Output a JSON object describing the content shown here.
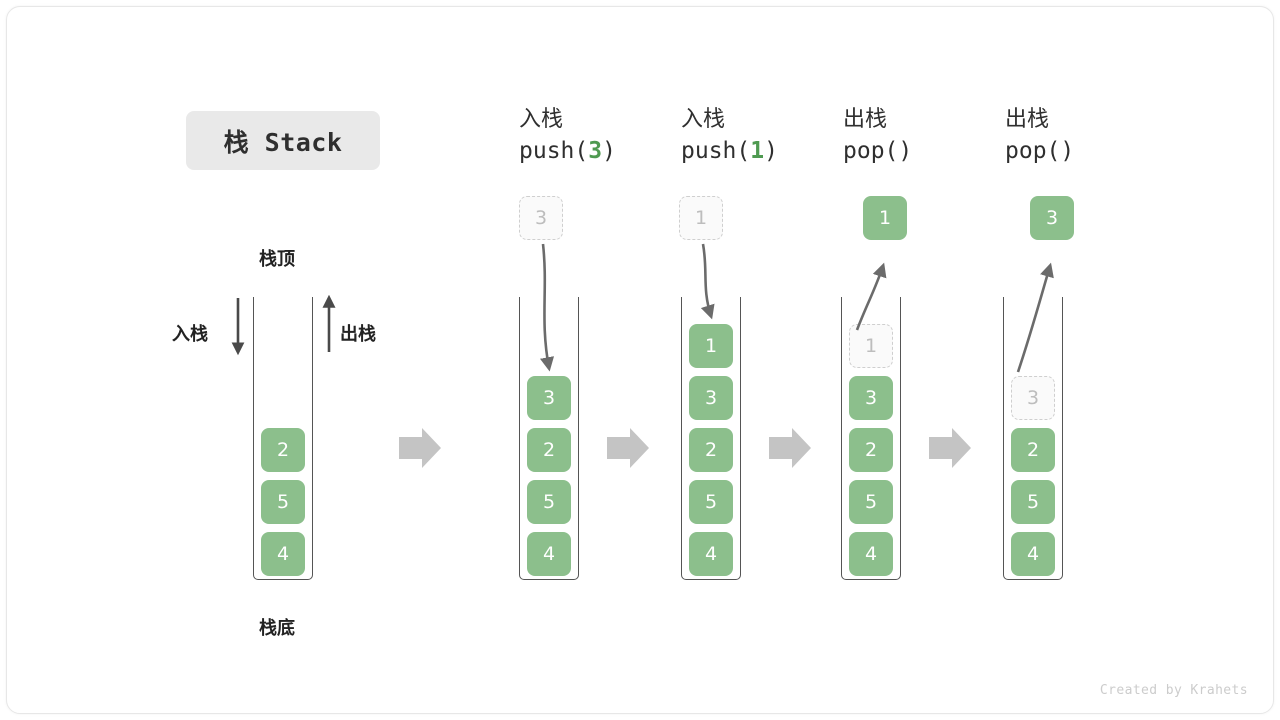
{
  "title_chip": {
    "text": "栈 Stack"
  },
  "labels": {
    "top": "栈顶",
    "bottom": "栈底",
    "push_side": "入栈",
    "pop_side": "出栈"
  },
  "footer": {
    "credit": "Created by Krahets"
  },
  "colors": {
    "accent_green": "#8cbf8c",
    "arg_green": "#4f9a51",
    "ghost_border": "#cfcfcf",
    "ghost_text": "#bdbdbd",
    "stack_border": "#555555",
    "chip_bg": "#e9e9e9",
    "connector_gray": "#c4c4c4",
    "curve_arrow": "#6b6b6b"
  },
  "columns": [
    {
      "id": "initial",
      "head_line1": "",
      "head_line2": "",
      "head_arg": "",
      "external_box": null,
      "cells": [
        {
          "value": "2",
          "state": "filled"
        },
        {
          "value": "5",
          "state": "filled"
        },
        {
          "value": "4",
          "state": "filled"
        }
      ]
    },
    {
      "id": "push-3",
      "head_line1": "入栈",
      "head_line2_pre": "push(",
      "head_arg": "3",
      "head_line2_post": ")",
      "external_box": {
        "value": "3",
        "state": "ghost"
      },
      "cells": [
        {
          "value": "3",
          "state": "filled"
        },
        {
          "value": "2",
          "state": "filled"
        },
        {
          "value": "5",
          "state": "filled"
        },
        {
          "value": "4",
          "state": "filled"
        }
      ]
    },
    {
      "id": "push-1",
      "head_line1": "入栈",
      "head_line2_pre": "push(",
      "head_arg": "1",
      "head_line2_post": ")",
      "external_box": {
        "value": "1",
        "state": "ghost"
      },
      "cells": [
        {
          "value": "1",
          "state": "filled"
        },
        {
          "value": "3",
          "state": "filled"
        },
        {
          "value": "2",
          "state": "filled"
        },
        {
          "value": "5",
          "state": "filled"
        },
        {
          "value": "4",
          "state": "filled"
        }
      ]
    },
    {
      "id": "pop-1",
      "head_line1": "出栈",
      "head_line2_pre": "pop(",
      "head_arg": "",
      "head_line2_post": ")",
      "external_box": {
        "value": "1",
        "state": "filled"
      },
      "cells": [
        {
          "value": "1",
          "state": "ghost"
        },
        {
          "value": "3",
          "state": "filled"
        },
        {
          "value": "2",
          "state": "filled"
        },
        {
          "value": "5",
          "state": "filled"
        },
        {
          "value": "4",
          "state": "filled"
        }
      ]
    },
    {
      "id": "pop-3",
      "head_line1": "出栈",
      "head_line2_pre": "pop(",
      "head_arg": "",
      "head_line2_post": ")",
      "external_box": {
        "value": "3",
        "state": "filled"
      },
      "cells": [
        {
          "value": "3",
          "state": "ghost"
        },
        {
          "value": "2",
          "state": "filled"
        },
        {
          "value": "5",
          "state": "filled"
        },
        {
          "value": "4",
          "state": "filled"
        }
      ]
    }
  ],
  "connectors": [
    {
      "id": "step-1"
    },
    {
      "id": "step-2"
    },
    {
      "id": "step-3"
    },
    {
      "id": "step-4"
    }
  ]
}
